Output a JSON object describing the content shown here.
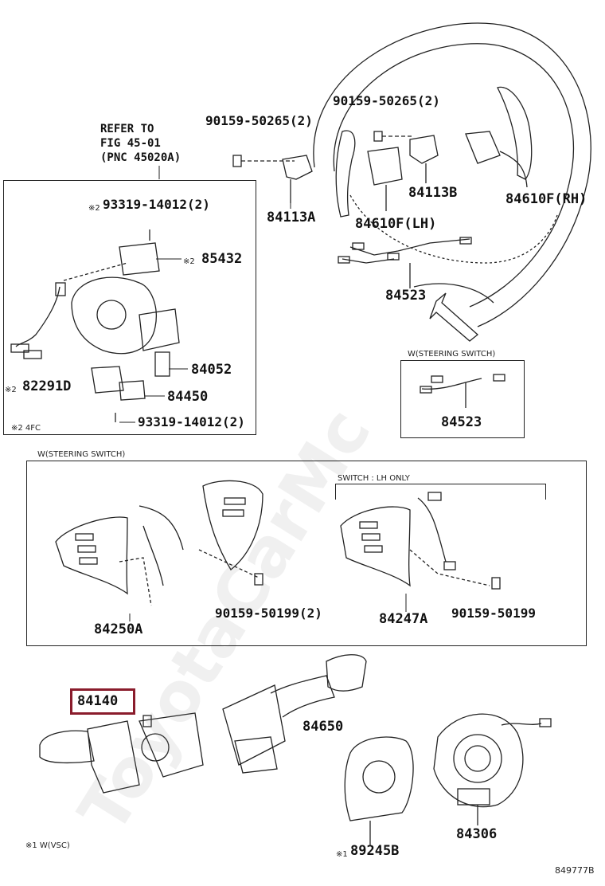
{
  "watermark": "ToyotaCarMc",
  "diagram_id": "849777B",
  "refer": {
    "line1": "REFER TO",
    "line2": "FIG 45-01",
    "line3": "(PNC 45020A)"
  },
  "parts": {
    "p90159_50265_left": "90159-50265(2)",
    "p90159_50265_top": "90159-50265(2)",
    "p84113A": "84113A",
    "p84113B": "84113B",
    "p84610F_LH": "84610F(LH)",
    "p84610F_RH": "84610F(RH)",
    "p84523_main": "84523",
    "p84523_box": "84523",
    "p93319_top": "93319-14012(2)",
    "p93319_bottom": "93319-14012(2)",
    "p85432": "85432",
    "p84052": "84052",
    "p84450": "84450",
    "p82291D": "82291D",
    "p84250A": "84250A",
    "p84247A": "84247A",
    "p90159_50199_2": "90159-50199(2)",
    "p90159_50199": "90159-50199",
    "p84140": "84140",
    "p84650": "84650",
    "p89245B": "89245B",
    "p84306": "84306"
  },
  "marks": {
    "mark2_a": "※2",
    "mark2_b": "※2",
    "mark2_c": "※2",
    "mark1": "※1"
  },
  "notes": {
    "steering_switch_small": "W(STEERING SWITCH)",
    "steering_switch_big": "W(STEERING SWITCH)",
    "switch_lh_only": "SWITCH : LH ONLY",
    "note_4fc": "※2  4FC",
    "note_vsc": "※1  W(VSC)"
  },
  "colors": {
    "line": "#222222",
    "highlight": "#8a1c2c"
  }
}
